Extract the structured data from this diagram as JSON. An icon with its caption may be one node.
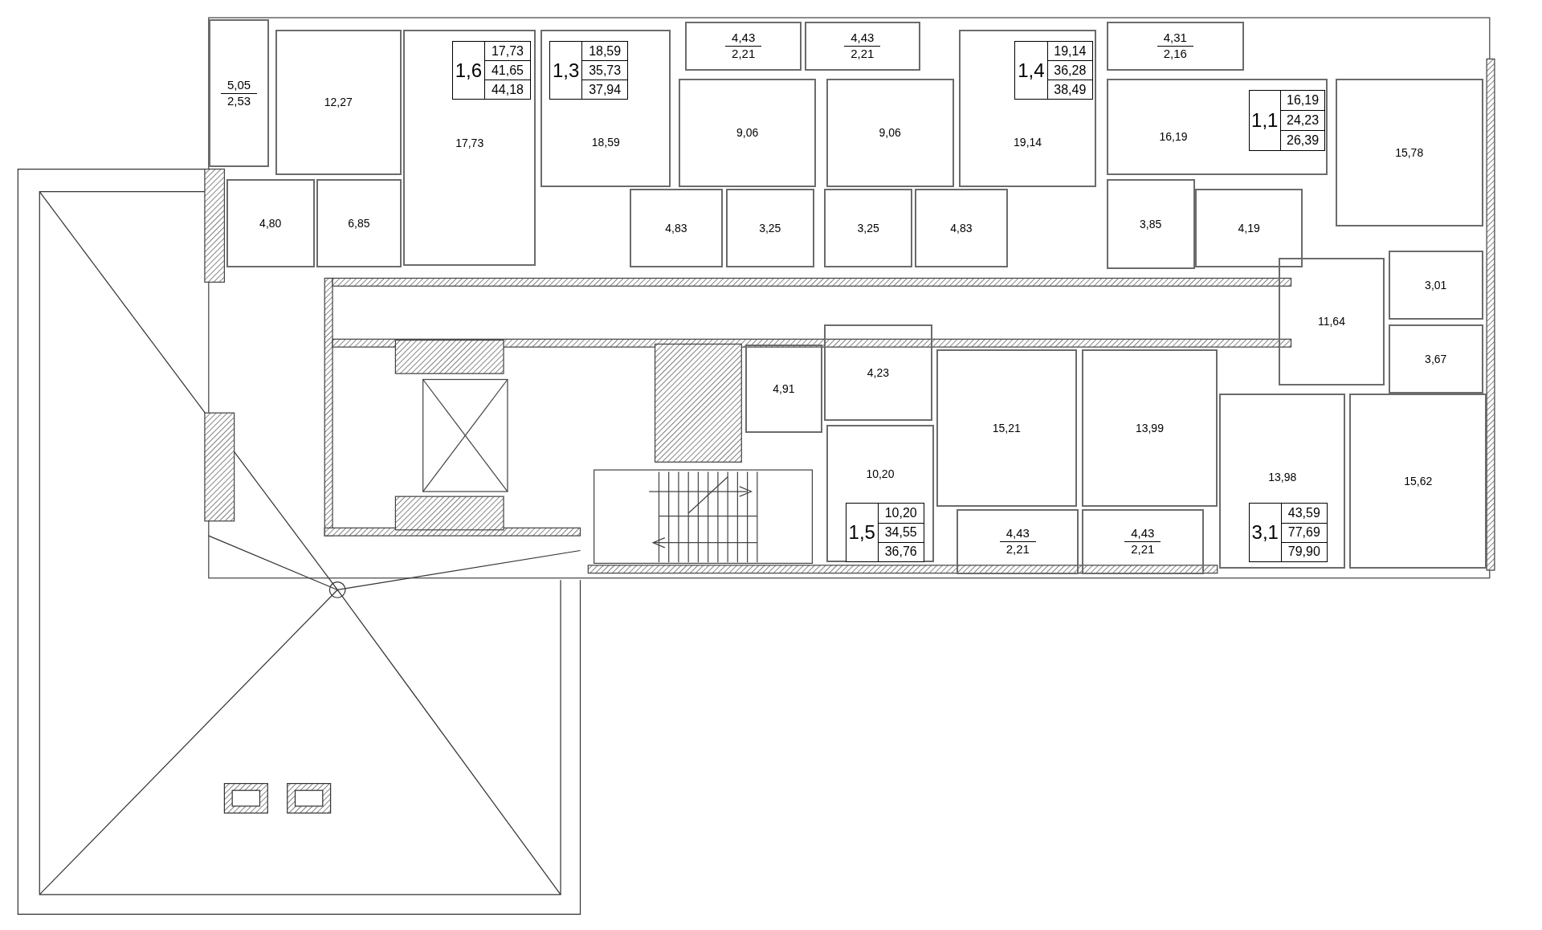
{
  "diagram": {
    "nodes": [
      {
        "text": [
          "5,05",
          "2,53"
        ]
      },
      {
        "text": [
          "12,27"
        ]
      },
      {
        "text": [
          "17,73"
        ]
      },
      {
        "text": [
          "1,6",
          "17,73",
          "41,65",
          "44,18"
        ],
        "in": 2
      },
      {
        "text": [
          "18,59"
        ]
      },
      {
        "text": [
          "1,3",
          "18,59",
          "35,73",
          "37,94"
        ],
        "in": 4
      },
      {
        "text": [
          "4,43",
          "2,21"
        ]
      },
      {
        "text": [
          "4,43",
          "2,21"
        ]
      },
      {
        "text": [
          "19,14"
        ]
      },
      {
        "text": [
          "1,4",
          "19,14",
          "36,28",
          "38,49"
        ],
        "in": 8
      },
      {
        "text": [
          "4,31",
          "2,16"
        ]
      },
      {
        "text": [
          "9,06"
        ]
      },
      {
        "text": [
          "9,06"
        ]
      },
      {
        "text": [
          "16,19"
        ]
      },
      {
        "text": [
          "1,1",
          "16,19",
          "24,23",
          "26,39"
        ],
        "in": 13
      },
      {
        "text": [
          "15,78"
        ]
      },
      {
        "text": [
          "4,80"
        ]
      },
      {
        "text": [
          "6,85"
        ]
      },
      {
        "text": [
          "4,83"
        ]
      },
      {
        "text": [
          "3,25"
        ]
      },
      {
        "text": [
          "3,25"
        ]
      },
      {
        "text": [
          "4,83"
        ]
      },
      {
        "text": [
          "3,85"
        ]
      },
      {
        "text": [
          "4,19"
        ]
      },
      {
        "text": [
          "3,01"
        ]
      },
      {
        "text": [
          "11,64"
        ]
      },
      {
        "text": [
          "3,67"
        ]
      },
      {
        "text": [
          "4,91"
        ]
      },
      {
        "text": [
          "4,23"
        ]
      },
      {
        "text": [
          "15,21"
        ]
      },
      {
        "text": [
          "13,99"
        ]
      },
      {
        "text": [
          "10,20"
        ]
      },
      {
        "text": [
          "1,5",
          "10,20",
          "34,55",
          "36,76"
        ],
        "in": 31
      },
      {
        "text": [
          "13,98"
        ]
      },
      {
        "text": [
          "3,1",
          "43,59",
          "77,69",
          "79,90"
        ],
        "in": 33
      },
      {
        "text": [
          "15,62"
        ]
      },
      {
        "text": [
          "4,43",
          "2,21"
        ]
      },
      {
        "text": [
          "4,43",
          "2,21"
        ]
      }
    ]
  }
}
